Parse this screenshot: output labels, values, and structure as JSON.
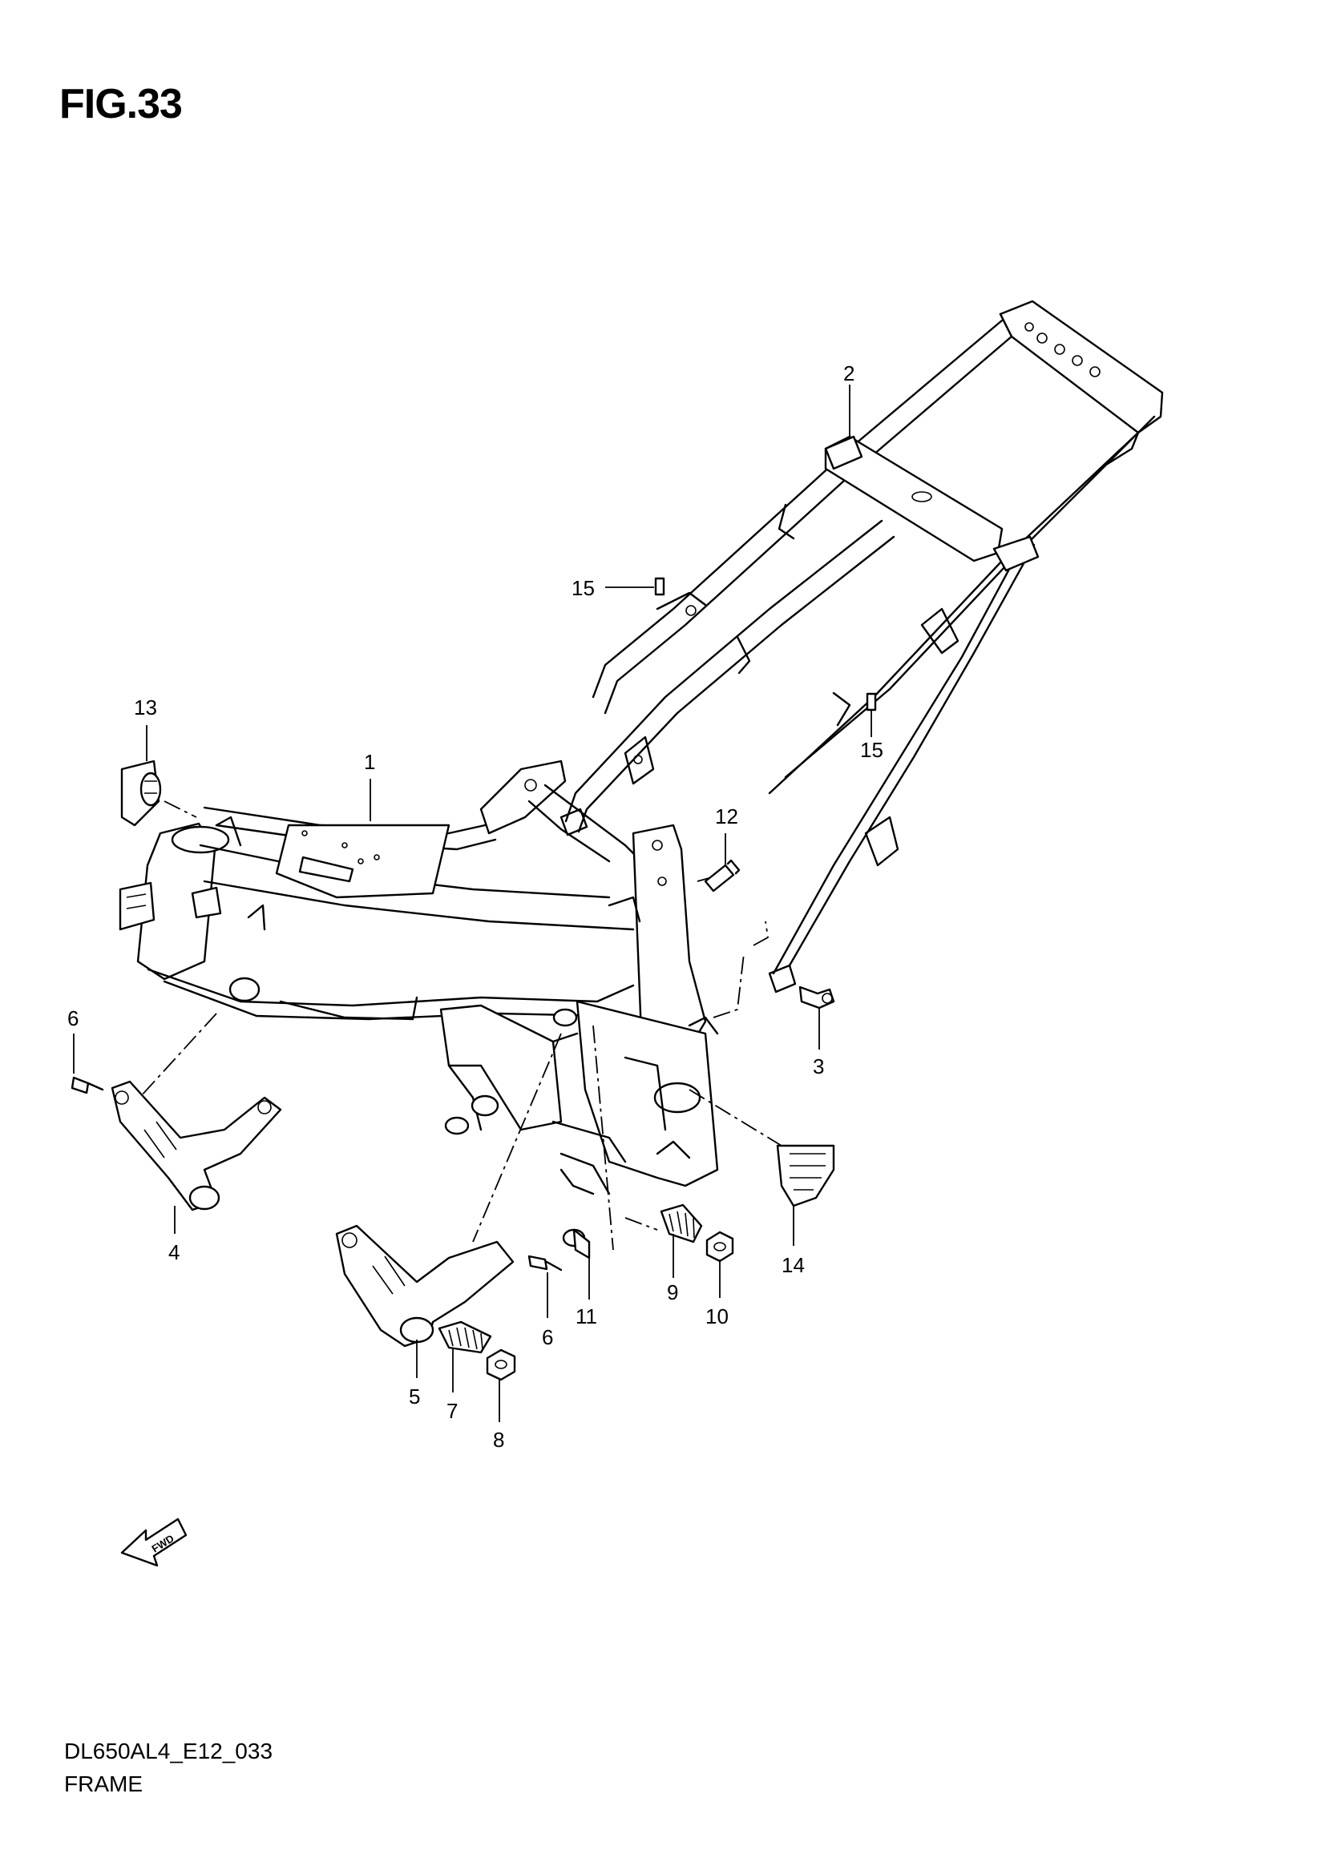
{
  "figure": {
    "title": "FIG.33"
  },
  "callouts": [
    {
      "id": "1",
      "label": "1"
    },
    {
      "id": "2",
      "label": "2"
    },
    {
      "id": "3",
      "label": "3"
    },
    {
      "id": "4",
      "label": "4"
    },
    {
      "id": "5",
      "label": "5"
    },
    {
      "id": "6a",
      "label": "6"
    },
    {
      "id": "6b",
      "label": "6"
    },
    {
      "id": "7",
      "label": "7"
    },
    {
      "id": "8",
      "label": "8"
    },
    {
      "id": "9",
      "label": "9"
    },
    {
      "id": "10",
      "label": "10"
    },
    {
      "id": "11",
      "label": "11"
    },
    {
      "id": "12",
      "label": "12"
    },
    {
      "id": "13",
      "label": "13"
    },
    {
      "id": "14",
      "label": "14"
    },
    {
      "id": "15a",
      "label": "15"
    },
    {
      "id": "15b",
      "label": "15"
    }
  ],
  "direction_marker": {
    "label": "FWD",
    "icon": "fwd-arrow-icon"
  },
  "footer": {
    "code": "DL650AL4_E12_033",
    "name": "FRAME"
  }
}
